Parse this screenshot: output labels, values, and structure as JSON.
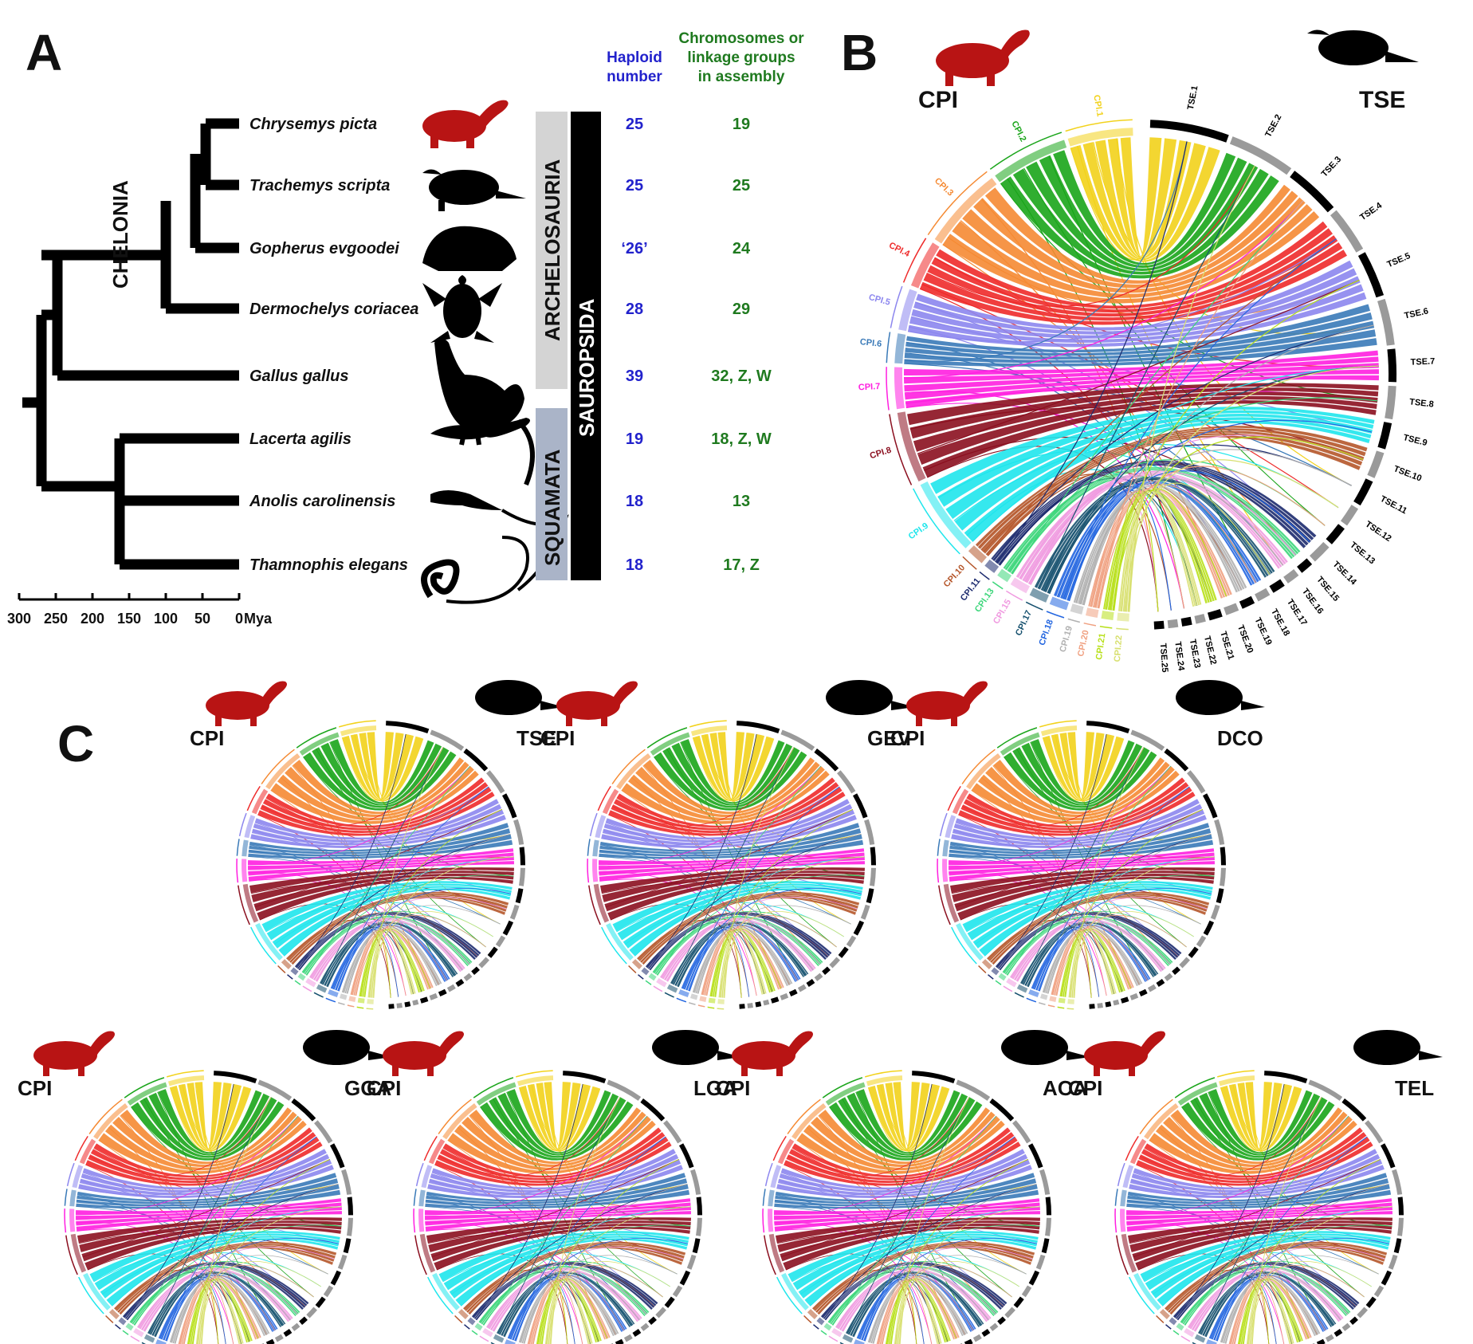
{
  "panels": {
    "a": "A",
    "b": "B",
    "c": "C"
  },
  "panel_a": {
    "header_haploid": [
      "Haploid",
      "number"
    ],
    "header_chrom": [
      "Chromosomes or",
      "linkage groups",
      "in assembly"
    ],
    "clades": {
      "chelonia": "CHELONIA",
      "archelosauria": "ARCHELOSAURIA",
      "squamata": "SQUAMATA",
      "sauropsida": "SAUROPSIDA"
    },
    "species": [
      {
        "name": "Chrysemys picta",
        "haploid": "25",
        "chromosomes": "19",
        "silhouette": "painted-turtle-red"
      },
      {
        "name": "Trachemys scripta",
        "haploid": "25",
        "chromosomes": "25",
        "silhouette": "slider-turtle"
      },
      {
        "name": "Gopherus evgoodei",
        "haploid": "‘26’",
        "chromosomes": "24",
        "silhouette": "tortoise"
      },
      {
        "name": "Dermochelys coriacea",
        "haploid": "28",
        "chromosomes": "29",
        "silhouette": "sea-turtle"
      },
      {
        "name": "Gallus gallus",
        "haploid": "39",
        "chromosomes": "32, Z, W",
        "silhouette": "rooster"
      },
      {
        "name": "Lacerta agilis",
        "haploid": "19",
        "chromosomes": "18, Z, W",
        "silhouette": "lizard"
      },
      {
        "name": "Anolis carolinensis",
        "haploid": "18",
        "chromosomes": "13",
        "silhouette": "anole"
      },
      {
        "name": "Thamnophis elegans",
        "haploid": "18",
        "chromosomes": "17, Z",
        "silhouette": "snake"
      }
    ],
    "time_axis": {
      "ticks": [
        "300",
        "250",
        "200",
        "150",
        "100",
        "50",
        "0"
      ],
      "unit": "Mya"
    },
    "colors": {
      "haploid": "#2222cc",
      "chromosomes": "#1f7a1f",
      "archelosauria_bar": "#d4d4d4",
      "squamata_bar": "#aab4c8",
      "sauropsida_bar": "#000000"
    }
  },
  "panel_b": {
    "left_species": "CPI",
    "right_species": "TSE",
    "cpi_labels": [
      "CPI.1",
      "CPI.2",
      "CPI.3",
      "CPI.4",
      "CPI.5",
      "CPI.6",
      "CPI.7",
      "CPI.8",
      "CPI.9",
      "CPI.10",
      "CPI.11",
      "CPI.13",
      "CPI.15",
      "CPI.17",
      "CPI.18",
      "CPI.19",
      "CPI.20",
      "CPI.21",
      "CPI.22"
    ],
    "tse_labels": [
      "TSE.1",
      "TSE.2",
      "TSE.3",
      "TSE.4",
      "TSE.5",
      "TSE.6",
      "TSE.7",
      "TSE.8",
      "TSE.9",
      "TSE.10",
      "TSE.11",
      "TSE.12",
      "TSE.13",
      "TSE.14",
      "TSE.15",
      "TSE.16",
      "TSE.17",
      "TSE.18",
      "TSE.19",
      "TSE.20",
      "TSE.21",
      "TSE.22",
      "TSE.23",
      "TSE.24",
      "TSE.25"
    ],
    "cpi_colors": [
      "#f2d21b",
      "#1aa51a",
      "#f58a33",
      "#ee2a2a",
      "#8c86ee",
      "#3a7ab8",
      "#ff1fe0",
      "#8b0f1f",
      "#1fe6ec",
      "#b5562a",
      "#1c2a6e",
      "#3cd67a",
      "#f09ae0",
      "#15506e",
      "#2366e0",
      "#b0b0b0",
      "#f0a080",
      "#b8e01a",
      "#d8e070"
    ]
  },
  "panel_c": {
    "comparisons": [
      {
        "left": "CPI",
        "right": "TSE",
        "silhouette": "slider-turtle"
      },
      {
        "left": "CPI",
        "right": "GEV",
        "silhouette": "tortoise"
      },
      {
        "left": "CPI",
        "right": "DCO",
        "silhouette": "sea-turtle"
      },
      {
        "left": "CPI",
        "right": "GGA",
        "silhouette": "rooster"
      },
      {
        "left": "CPI",
        "right": "LGA",
        "silhouette": "lizard"
      },
      {
        "left": "CPI",
        "right": "ACA",
        "silhouette": "anole"
      },
      {
        "left": "CPI",
        "right": "TEL",
        "silhouette": "snake"
      }
    ]
  }
}
